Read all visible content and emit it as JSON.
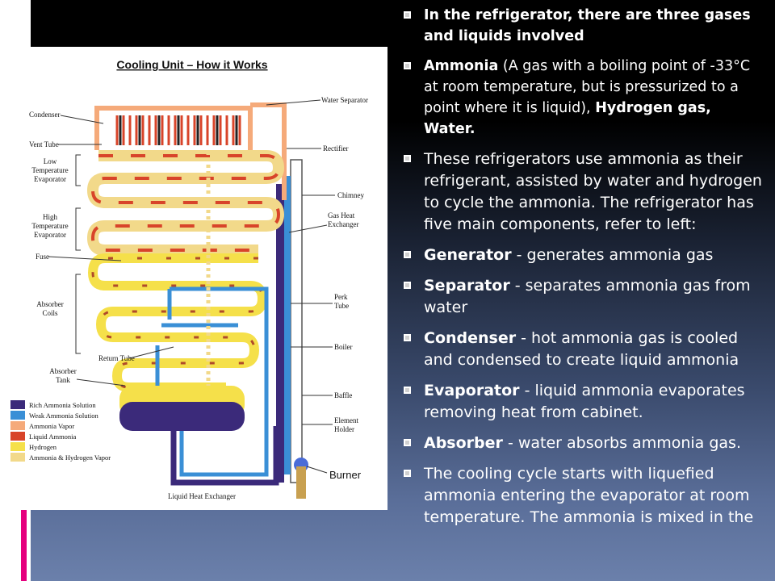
{
  "figure": {
    "title": "Cooling Unit – How it Works",
    "left_labels": {
      "condenser": "Condenser",
      "vent_tube": "Vent Tube",
      "low_temp": [
        "Low",
        "Temperature",
        "Evaporator"
      ],
      "high_temp": [
        "High",
        "Temperature",
        "Evaporator"
      ],
      "fuse": "Fuse",
      "absorber_coils": [
        "Absorber",
        "Coils"
      ],
      "return_tube": "Return Tube",
      "absorber_tank": [
        "Absorber",
        "Tank"
      ]
    },
    "right_labels": {
      "water_separator": "Water Separator",
      "rectifier": "Rectifier",
      "chimney": "Chimney",
      "gas_heat_exchanger": [
        "Gas Heat",
        "Exchanger"
      ],
      "perk_tube": [
        "Perk",
        "Tube"
      ],
      "boiler": "Boiler",
      "baffle": "Baffle",
      "element_holder": [
        "Element",
        "Holder"
      ],
      "burner": "Burner"
    },
    "bottom_label": "Liquid Heat Exchanger",
    "legend": [
      {
        "label": "Rich Ammonia Solution",
        "color": "#3b2a7a"
      },
      {
        "label": "Weak Ammonia Solution",
        "color": "#3a8fd6"
      },
      {
        "label": "Ammonia Vapor",
        "color": "#f5aa7a"
      },
      {
        "label": "Liquid Ammonia",
        "color": "#d8442a"
      },
      {
        "label": "Hydrogen",
        "color": "#f5e04a"
      },
      {
        "label": "Ammonia & Hydrogen Vapor",
        "color": "#f2d98a"
      }
    ]
  },
  "bullets": [
    {
      "bold": "In the refrigerator, there are three gases and liquids involved",
      "text": ""
    },
    {
      "bold": "Ammonia",
      "text": " (A gas with a boiling point of -33°C at room temperature, but is pressurized to a point where it is liquid), ",
      "bold2": "Hydrogen gas, Water."
    },
    {
      "bold": "",
      "text": "These refrigerators use ammonia as their refrigerant, assisted by water and hydrogen to cycle the ammonia. The refrigerator has five main components, refer to left:"
    },
    {
      "bold": "Generator",
      "text": " - generates ammonia gas"
    },
    {
      "bold": "Separator",
      "text": " - separates ammonia gas from water"
    },
    {
      "bold": "Condenser",
      "text": " - hot ammonia gas is cooled and condensed to create liquid ammonia"
    },
    {
      "bold": "Evaporator",
      "text": " - liquid ammonia evaporates removing heat from cabinet."
    },
    {
      "bold": "Absorber",
      "text": " - water absorbs ammonia gas."
    },
    {
      "bold": "",
      "text": "The cooling cycle starts with liquefied ammonia entering the evaporator at room temperature. The ammonia is mixed in the"
    }
  ]
}
